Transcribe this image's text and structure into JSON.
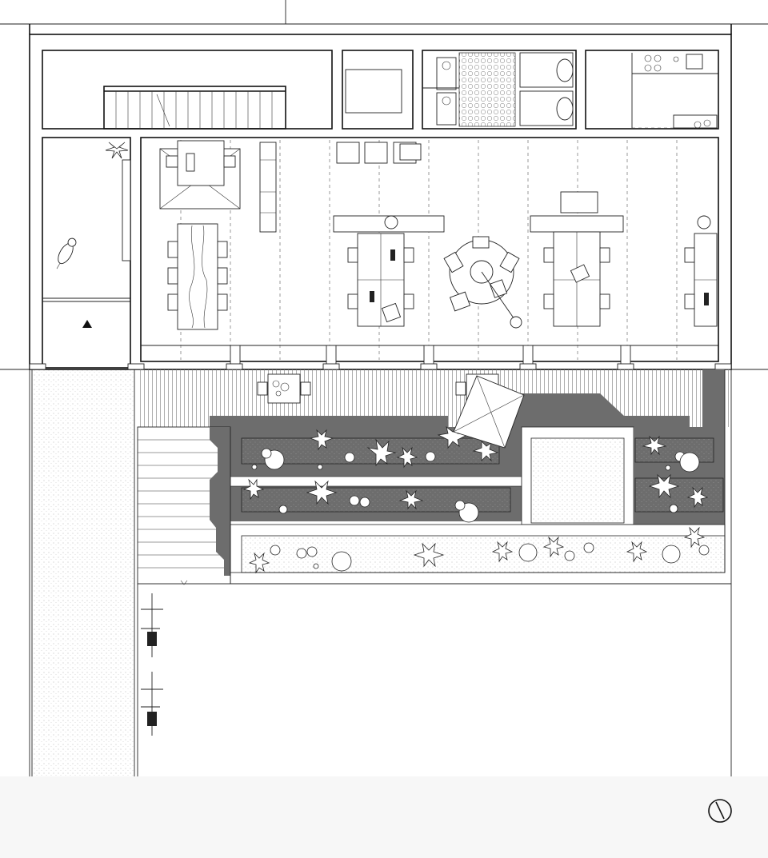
{
  "drawing": {
    "kind": "architectural floor plan",
    "printed_labels": [],
    "icons": [
      "north-arrow-icon",
      "stair-direction-arrow-icon",
      "bicycle-icon",
      "tree-icon",
      "dog-icon",
      "parasol-icon"
    ]
  },
  "colors": {
    "line": "#111111",
    "shadow": "#6d6d6d",
    "stipple": "#9a9a9a",
    "background": "#ffffff",
    "bottom_band": "#f7f7f7"
  },
  "rooms": [
    {
      "id": "open-office",
      "desks": 12,
      "meeting_tables": 2,
      "round_table_seats": 6
    },
    {
      "id": "kitchen"
    },
    {
      "id": "washrooms",
      "toilets": 2,
      "sinks": 2
    },
    {
      "id": "stairwell"
    },
    {
      "id": "lift"
    },
    {
      "id": "entrance-corridor"
    }
  ],
  "garden": {
    "terraces": 3,
    "bicycles": 2,
    "parasols": 1,
    "outdoor_tables": 2
  }
}
